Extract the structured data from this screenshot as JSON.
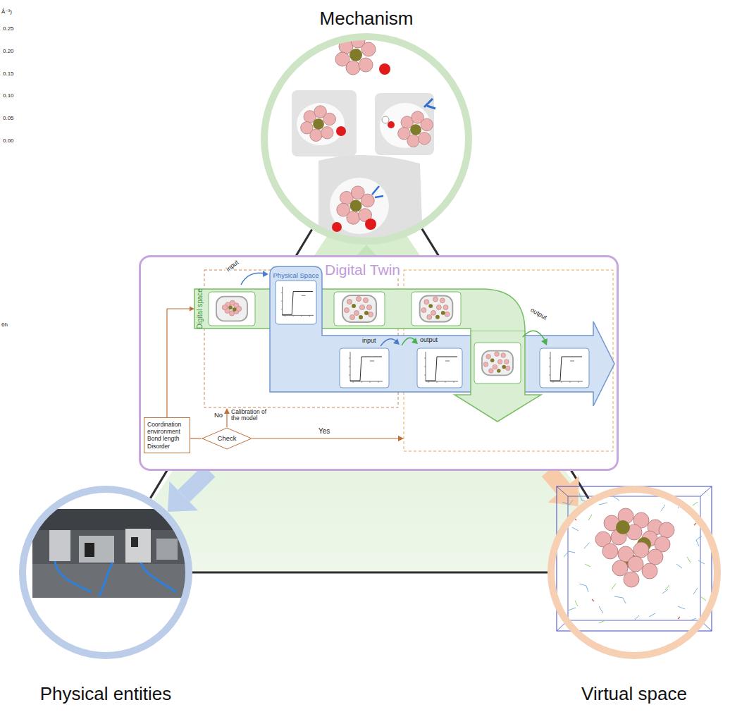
{
  "diagram": {
    "nodes": [
      {
        "text": [
          "Mechanism"
        ]
      },
      {
        "text": [
          "Digital Twin"
        ]
      },
      {
        "text": [
          "Digital space"
        ],
        "in": 1
      },
      {
        "text": [
          "Physical Space"
        ],
        "in": 1
      },
      {
        "text": [
          "Coordination environment Bond length Disorder"
        ],
        "in": 1
      },
      {
        "text": [
          "Check"
        ],
        "in": 1
      },
      {
        "text": [
          "Physical entities"
        ]
      },
      {
        "text": [
          "Virtual space"
        ]
      }
    ],
    "edges": [
      {
        "from": 0,
        "to": 6,
        "arrow": "none"
      },
      {
        "from": 0,
        "to": 7,
        "arrow": "none"
      },
      {
        "from": 6,
        "to": 7,
        "arrow": "none"
      },
      {
        "from": 1,
        "to": 0,
        "arrow": "to"
      },
      {
        "from": 1,
        "to": 6,
        "arrow": "to"
      },
      {
        "from": 1,
        "to": 7,
        "arrow": "to"
      },
      {
        "from": 4,
        "to": 5,
        "arrow": "none"
      },
      {
        "from": 4,
        "to": 2,
        "arrow": "to"
      }
    ],
    "labels": [
      "Å⁻³)",
      "0.25",
      "0.20",
      "0.15",
      "0.10",
      "0.05",
      "0.00",
      "6h",
      "input",
      "input",
      "output",
      "output",
      "No",
      "Calibration of the model",
      "Yes"
    ]
  }
}
